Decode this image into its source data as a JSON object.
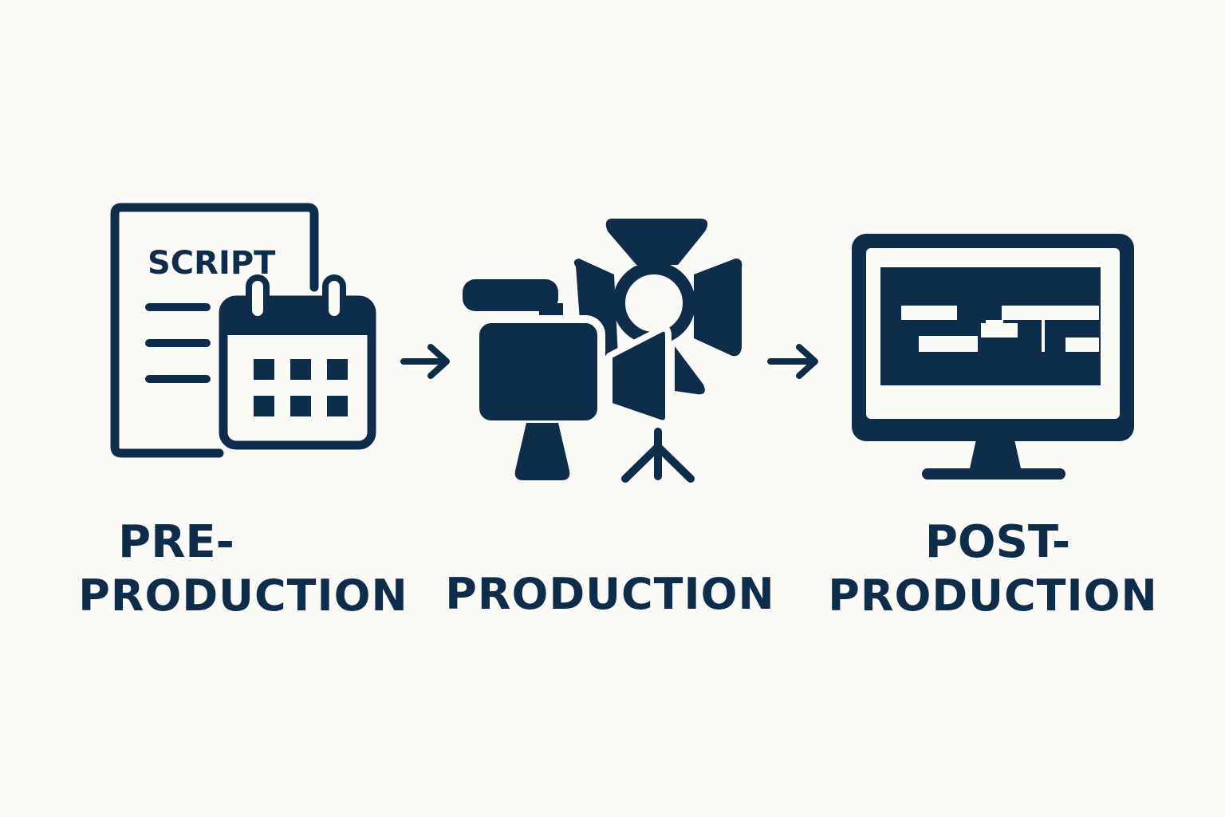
{
  "colors": {
    "ink": "#0d2d4b",
    "background": "#fbfaf7"
  },
  "stages": [
    {
      "id": "pre-production",
      "icon": "script-calendar-icon",
      "icon_text": "SCRIPT",
      "label_line1": "PRE-",
      "label_line2": "PRODUCTION"
    },
    {
      "id": "production",
      "icon": "camera-and-light-icon",
      "label_line1": "PRODUCTION"
    },
    {
      "id": "post-production",
      "icon": "editing-monitor-icon",
      "label_line1": "POST-",
      "label_line2": "PRODUCTION"
    }
  ],
  "connectors": [
    {
      "from": "pre-production",
      "to": "production",
      "icon": "arrow-right-icon"
    },
    {
      "from": "production",
      "to": "post-production",
      "icon": "arrow-right-icon"
    }
  ]
}
